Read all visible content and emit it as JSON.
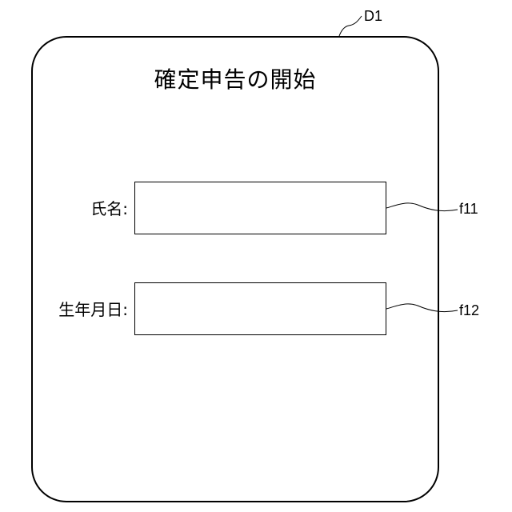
{
  "screen": {
    "title": "確定申告の開始"
  },
  "fields": {
    "name_label": "氏名:",
    "dob_label": "生年月日:"
  },
  "reference_labels": {
    "screen": "D1",
    "name_field": "f11",
    "dob_field": "f12"
  }
}
